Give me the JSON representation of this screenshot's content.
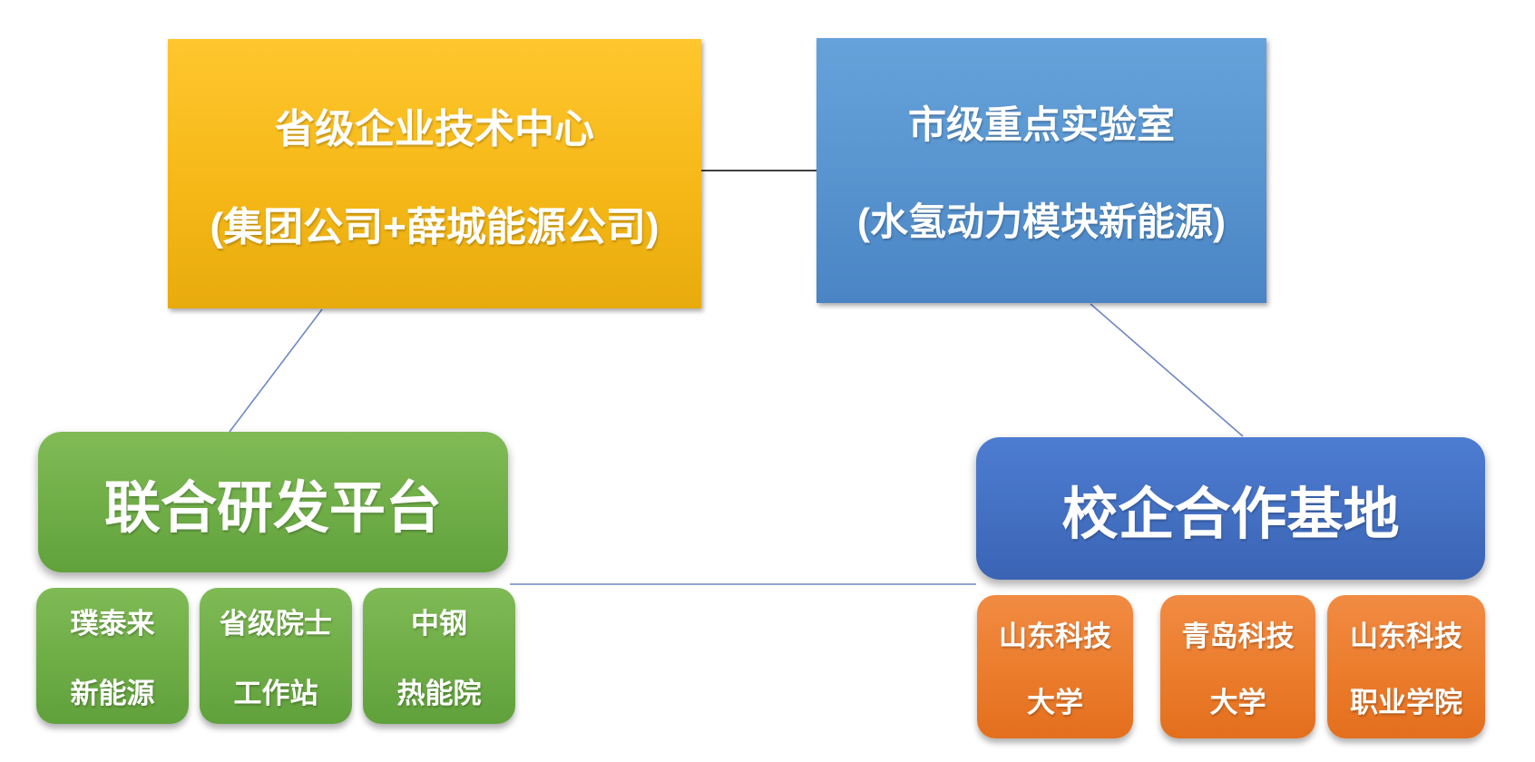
{
  "diagram": {
    "top_left_box": {
      "line1": "省级企业技术中心",
      "line2": "(集团公司+薛城能源公司)"
    },
    "top_right_box": {
      "line1": "市级重点实验室",
      "line2": "(水氢动力模块新能源)"
    },
    "left_platform": {
      "title": "联合研发平台",
      "members": [
        {
          "line1": "璞泰来",
          "line2": "新能源"
        },
        {
          "line1": "省级院士",
          "line2": "工作站"
        },
        {
          "line1": "中钢",
          "line2": "热能院"
        }
      ]
    },
    "right_platform": {
      "title": "校企合作基地",
      "members": [
        {
          "line1": "山东科技",
          "line2": "大学"
        },
        {
          "line1": "青岛科技",
          "line2": "大学"
        },
        {
          "line1": "山东科技",
          "line2": "职业学院"
        }
      ]
    },
    "colors": {
      "gold_top": "#FFC62E",
      "gold_bottom": "#E8AB0D",
      "light_blue_top": "#66A2DA",
      "light_blue_bottom": "#4A84C5",
      "green_top": "#80BB56",
      "green_bottom": "#61A23C",
      "dark_blue_top": "#4C7CD1",
      "dark_blue_bottom": "#3A63B4",
      "orange_top": "#F18B43",
      "orange_bottom": "#E36F1D",
      "connector_dark": "#404040",
      "connector_blue": "#6E87C4",
      "text": "#FFFFFF",
      "background": "#FFFFFF"
    }
  }
}
